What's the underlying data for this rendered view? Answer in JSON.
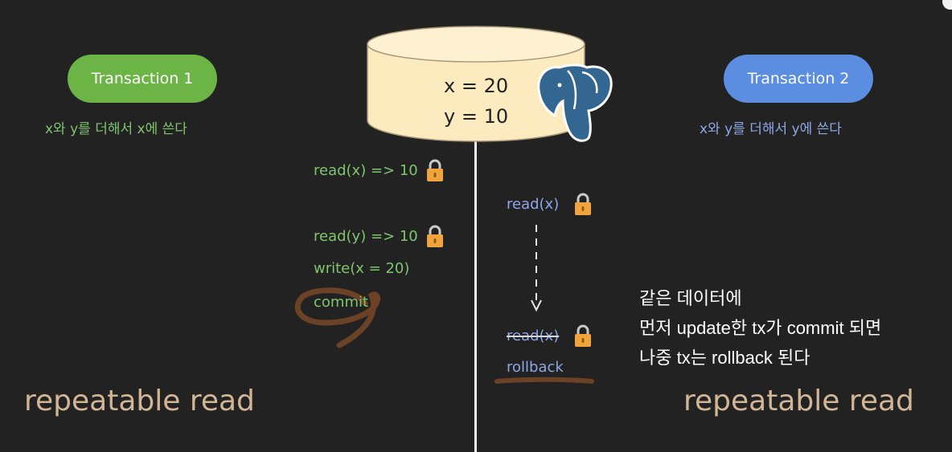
{
  "tx1": {
    "title": "Transaction 1",
    "color": "#6cb446",
    "desc": "x와 y를 더해서 x에 쓴다",
    "ops": {
      "read_x": "read(x) => 10",
      "read_y": "read(y) => 10",
      "write": "write(x = 20)",
      "commit": "commit"
    },
    "isolation": "repeatable read"
  },
  "tx2": {
    "title": "Transaction 2",
    "color": "#5b8de0",
    "desc": "x와 y를 더해서 y에 쓴다",
    "ops": {
      "read_x": "read(x)",
      "read_x_struck": "read(x)",
      "rollback": "rollback"
    },
    "isolation": "repeatable read"
  },
  "db": {
    "x": "x = 20",
    "y": "y = 10",
    "color": "#fcebbf",
    "logo": "postgresql-elephant-icon"
  },
  "note": {
    "line1": "같은 데이터에",
    "line2": "먼저 update한 tx가 commit 되면",
    "line3": "나중 tx는 rollback 된다"
  },
  "icons": {
    "lock": "lock-icon",
    "annotation_color": "#6b4226"
  }
}
